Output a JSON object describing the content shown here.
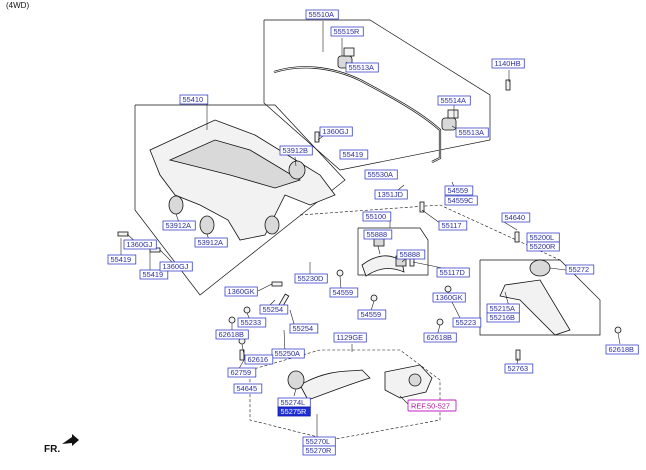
{
  "header": {
    "variant": "(4WD)"
  },
  "footer": {
    "direction": "FR.",
    "reference": "REF.50-527"
  },
  "labels": [
    {
      "text": "55510A"
    },
    {
      "text": "55515R"
    },
    {
      "text": "55513A"
    },
    {
      "text": "1140HB"
    },
    {
      "text": "55514A"
    },
    {
      "text": "55513A"
    },
    {
      "text": "55410"
    },
    {
      "text": "1360GJ"
    },
    {
      "text": "53912B"
    },
    {
      "text": "55419"
    },
    {
      "text": "55530A"
    },
    {
      "text": "1351JD"
    },
    {
      "text": "54559"
    },
    {
      "text": "54559C"
    },
    {
      "text": "55100"
    },
    {
      "text": "55117"
    },
    {
      "text": "54640"
    },
    {
      "text": "55200L"
    },
    {
      "text": "55200R"
    },
    {
      "text": "53912A"
    },
    {
      "text": "53912A"
    },
    {
      "text": "1360GJ"
    },
    {
      "text": "55419"
    },
    {
      "text": "55419"
    },
    {
      "text": "1360GJ"
    },
    {
      "text": "55888"
    },
    {
      "text": "55888"
    },
    {
      "text": "55117D"
    },
    {
      "text": "55272"
    },
    {
      "text": "55230D"
    },
    {
      "text": "1360GK"
    },
    {
      "text": "54559"
    },
    {
      "text": "1360GK"
    },
    {
      "text": "55215A"
    },
    {
      "text": "55216B"
    },
    {
      "text": "55254"
    },
    {
      "text": "55233"
    },
    {
      "text": "62618B"
    },
    {
      "text": "55254"
    },
    {
      "text": "54559"
    },
    {
      "text": "55223"
    },
    {
      "text": "62618B"
    },
    {
      "text": "62618B"
    },
    {
      "text": "1129GE"
    },
    {
      "text": "55250A"
    },
    {
      "text": "62616"
    },
    {
      "text": "62759"
    },
    {
      "text": "54645"
    },
    {
      "text": "55274L"
    },
    {
      "text": "55275R",
      "highlight": true
    },
    {
      "text": "55270L"
    },
    {
      "text": "55270R"
    },
    {
      "text": "52763"
    }
  ]
}
